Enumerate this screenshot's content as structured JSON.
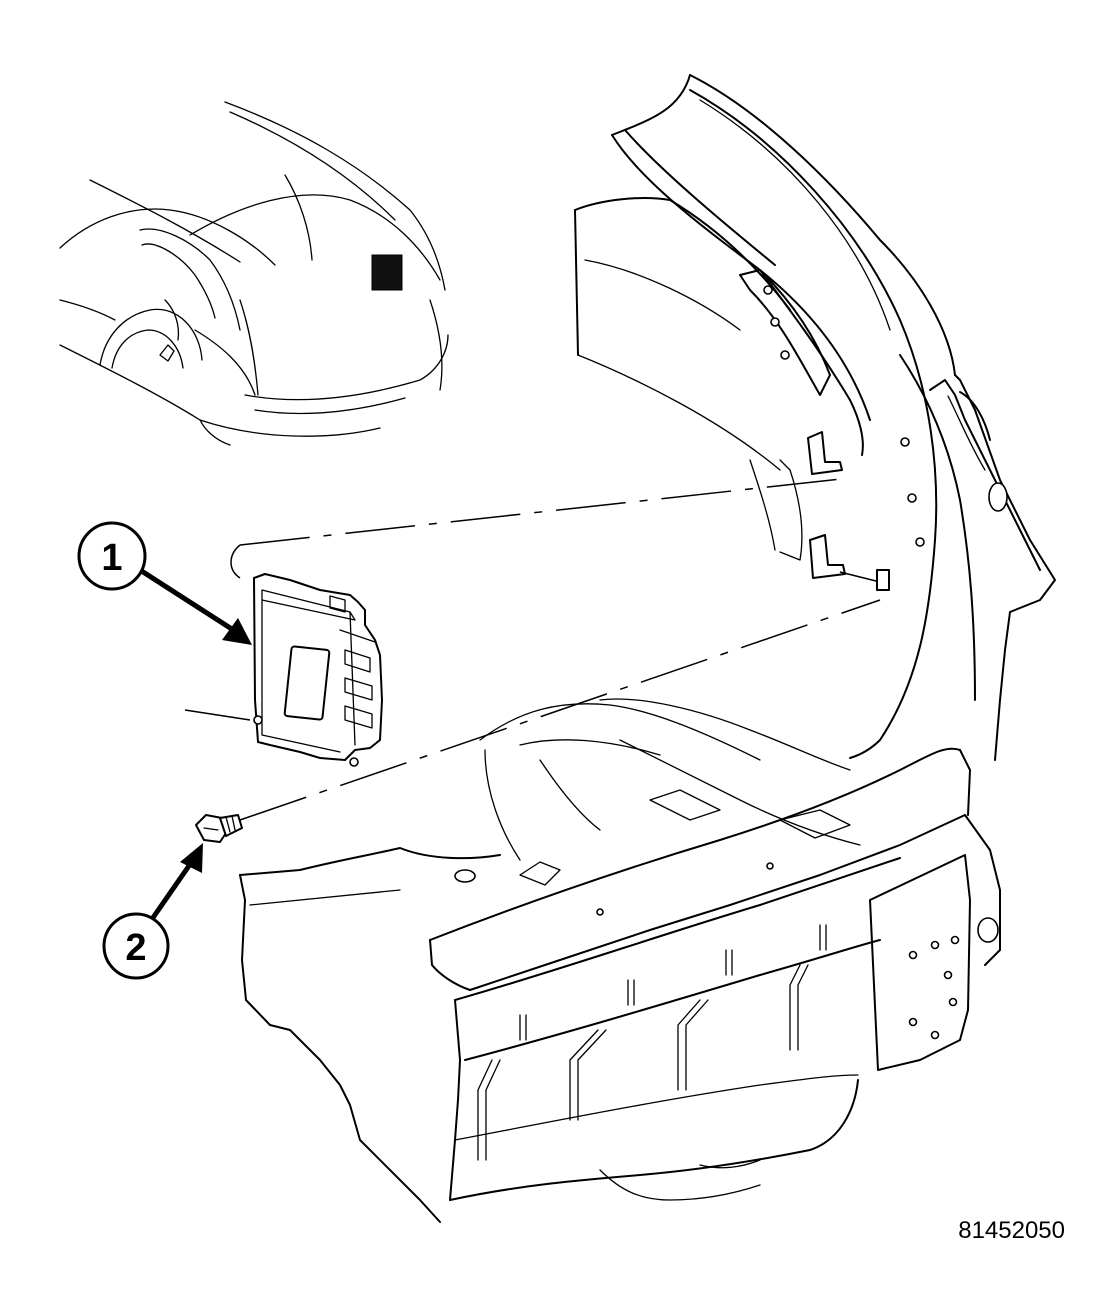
{
  "callouts": [
    {
      "id": "1",
      "label": "1"
    },
    {
      "id": "2",
      "label": "2"
    }
  ],
  "figure_number": "81452050"
}
